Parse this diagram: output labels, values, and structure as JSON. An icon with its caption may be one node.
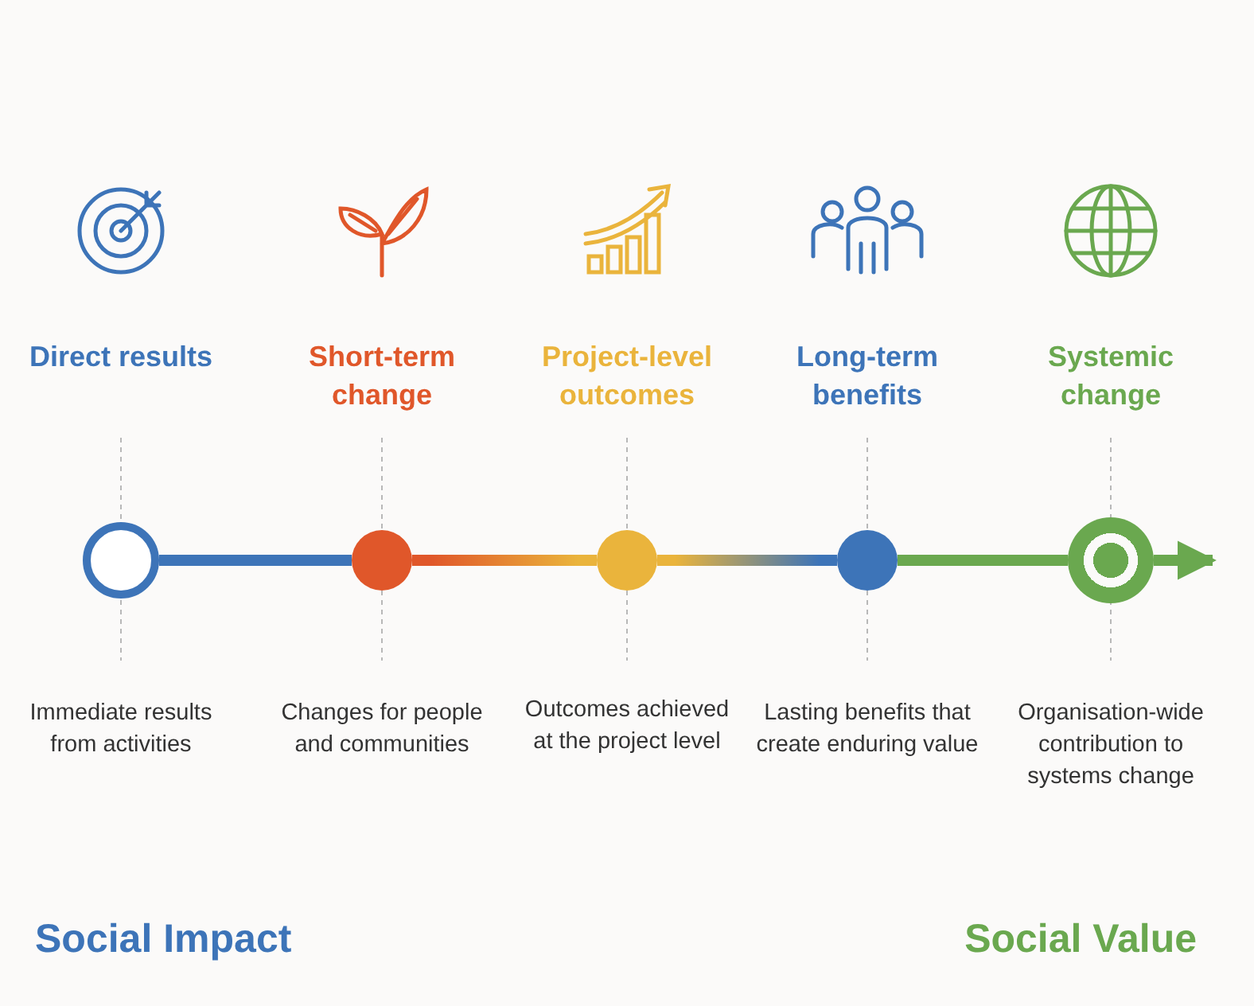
{
  "diagram": {
    "nodes": [
      {
        "text": [],
        "shape": "circle"
      },
      {
        "text": [],
        "shape": "circle"
      },
      {
        "text": [],
        "shape": "circle"
      },
      {
        "text": [],
        "shape": "circle"
      },
      {
        "text": [],
        "shape": "circle"
      }
    ],
    "edges": [
      {
        "from": 0,
        "to": 1,
        "arrow": "none",
        "color": "#3d74b8"
      },
      {
        "from": 1,
        "to": 2,
        "arrow": "none"
      },
      {
        "from": 2,
        "to": 3,
        "arrow": "none"
      },
      {
        "from": 3,
        "to": 4,
        "arrow": "none",
        "color": "#6aa84f"
      },
      {
        "from": 4,
        "to": null,
        "arrow": "to",
        "color": "#6aa84f"
      }
    ],
    "labels": [
      "Direct results",
      "Short-term change",
      "Project-level outcomes",
      "Long-term benefits",
      "Systemic change",
      "Immediate results from activities",
      "Changes for people and communities",
      "Outcomes achieved at the project level",
      "Lasting benefits that create enduring value",
      "Organisation-wide contribution to systems change",
      "Social Impact",
      "Social Value"
    ]
  }
}
